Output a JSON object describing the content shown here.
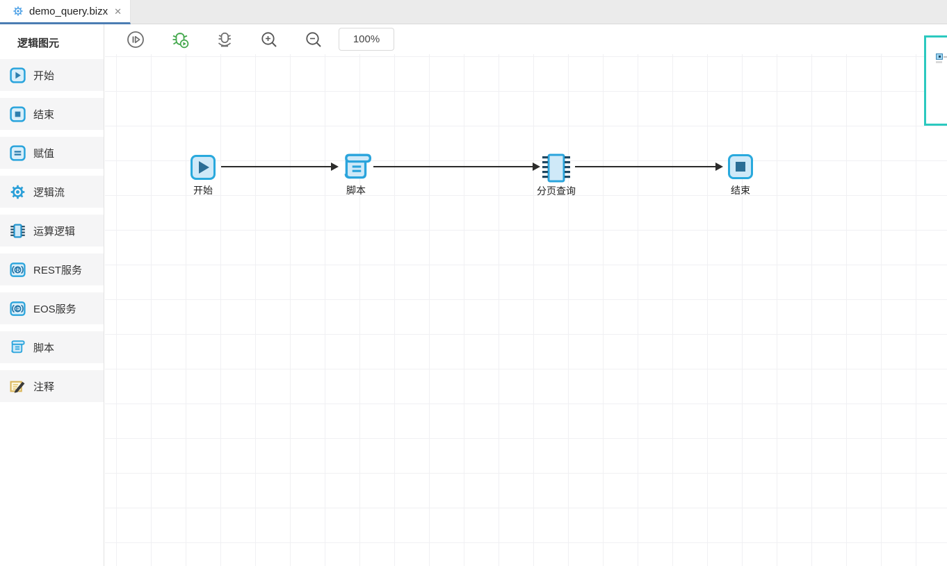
{
  "tab_bar": {
    "tabs": [
      {
        "title": "demo_query.bizx",
        "active": true,
        "icon": "gear-icon"
      }
    ]
  },
  "icons": {
    "close": "✕",
    "zoom_in": "+",
    "zoom_out": "−"
  },
  "sidebar": {
    "title": "逻辑图元",
    "items": [
      {
        "label": "开始",
        "icon": "start-node-icon"
      },
      {
        "label": "结束",
        "icon": "end-node-icon"
      },
      {
        "label": "赋值",
        "icon": "assignment-icon"
      },
      {
        "label": "逻辑流",
        "icon": "logic-flow-gear-icon"
      },
      {
        "label": "运算逻辑",
        "icon": "operation-logic-chip-icon"
      },
      {
        "label": "REST服务",
        "icon": "rest-service-icon"
      },
      {
        "label": "EOS服务",
        "icon": "eos-service-icon"
      },
      {
        "label": "脚本",
        "icon": "script-icon"
      },
      {
        "label": "注释",
        "icon": "comment-icon"
      }
    ]
  },
  "toolbar": {
    "buttons": [
      {
        "name": "run-icon"
      },
      {
        "name": "debug-run-icon"
      },
      {
        "name": "debug-deploy-icon"
      },
      {
        "name": "zoom-in-icon"
      },
      {
        "name": "zoom-out-icon"
      }
    ],
    "zoom_level": "100%"
  },
  "canvas": {
    "nodes": [
      {
        "label": "开始",
        "type": "start"
      },
      {
        "label": "脚本",
        "type": "script"
      },
      {
        "label": "分页查询",
        "type": "paged-query"
      },
      {
        "label": "结束",
        "type": "end"
      }
    ],
    "connections": [
      {
        "from": "开始",
        "to": "脚本"
      },
      {
        "from": "脚本",
        "to": "分页查询"
      },
      {
        "from": "分页查询",
        "to": "结束"
      }
    ]
  },
  "colors": {
    "tab_active_underline": "#4c7db3",
    "node_border": "#29a9dd",
    "node_fill": "#cfe9f8",
    "node_glyph": "#2b6e96",
    "arrow": "#2b2b2b",
    "minimap_border": "#2cc9bf",
    "debug_green": "#43a84c",
    "grid_line": "#f0f0f3"
  }
}
